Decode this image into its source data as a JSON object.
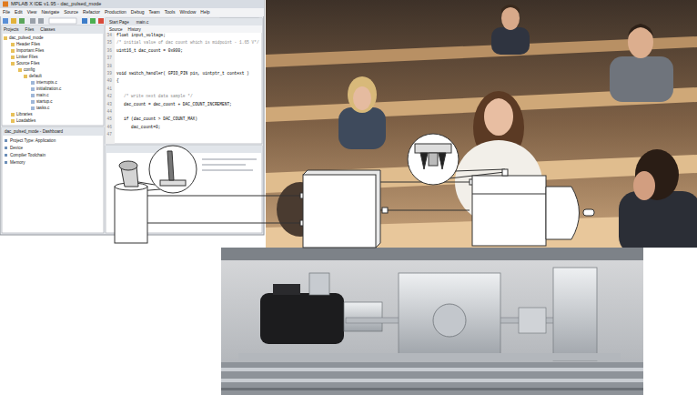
{
  "diagram": {
    "labels": [
      "MPLAB X IDE v1.95 - dac_pulsed_mode",
      "File",
      "Edit",
      "View",
      "Navigate",
      "Source",
      "Refactor",
      "Production",
      "Debug",
      "Team",
      "Tools",
      "Window",
      "Help",
      "Projects",
      "Files",
      "Classes",
      "dac_pulsed_mode",
      "Header Files",
      "Important Files",
      "Linker Files",
      "Source Files",
      "config",
      "default",
      "interrupts.c",
      "initialization.c",
      "main.c",
      "startup.c",
      "tasks.c",
      "Libraries",
      "Loadables",
      "dac_pulsed_mode - Dashboard",
      "Project Type: Application",
      "Device",
      "Compiler Toolchain",
      "Memory",
      "Start Page",
      "main.c",
      "Source",
      "History",
      "34",
      "35",
      "36",
      "37",
      "38",
      "39",
      "40",
      "41",
      "42",
      "43",
      "44",
      "45",
      "46",
      "47",
      "float input_voltage;",
      "/* initial value of dac count which is midpoint - 1.65 V*/",
      "uint16_t dac_count = 0x800;",
      "void switch_handler( GPIO_PIN pin, uintptr_t context )",
      "{",
      "/* write next data sample */",
      "dac_count = dac_count + DAC_COUNT_INCREMENT;",
      "if (dac_count > DAC_COUNT_MAX)",
      "dac_count=0;"
    ]
  }
}
